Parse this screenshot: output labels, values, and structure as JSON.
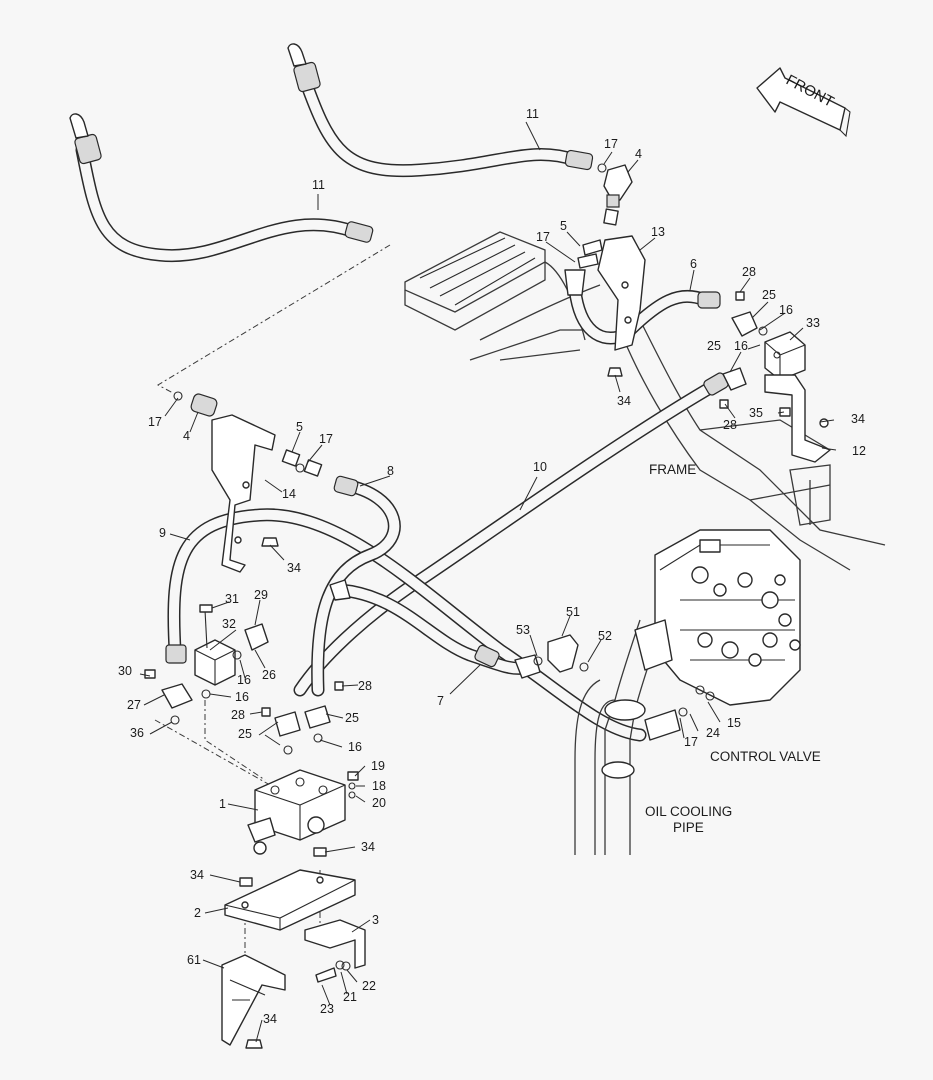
{
  "callouts": {
    "c11a": "11",
    "c11b": "11",
    "c17a": "17",
    "c4a": "4",
    "c5a": "5",
    "c17b": "17",
    "c13": "13",
    "c6": "6",
    "c28a": "28",
    "c25a": "25",
    "c16a": "16",
    "c33": "33",
    "c16b": "16",
    "c25b": "25",
    "c34a": "34",
    "c35": "35",
    "c28b": "28",
    "c34b": "34",
    "c12": "12",
    "c17c": "17",
    "c4b": "4",
    "c5b": "5",
    "c17d": "17",
    "c8": "8",
    "c14": "14",
    "c10": "10",
    "c9": "9",
    "c34c": "34",
    "c31": "31",
    "c29": "29",
    "c32": "32",
    "c51": "51",
    "c53": "53",
    "c52": "52",
    "c30": "30",
    "c16c": "16",
    "c26": "26",
    "c27": "27",
    "c16d": "16",
    "c28c": "28",
    "c7": "7",
    "c28d": "28",
    "c25c": "25",
    "c36": "36",
    "c25d": "25",
    "c16e": "16",
    "c24": "24",
    "c15": "15",
    "c17e": "17",
    "c19": "19",
    "c18": "18",
    "c20": "20",
    "c1": "1",
    "c34d": "34",
    "c34e": "34",
    "c2": "2",
    "c3": "3",
    "c61": "61",
    "c22": "22",
    "c21": "21",
    "c23": "23",
    "c34f": "34"
  },
  "labels": {
    "front": "FRONT",
    "frame": "FRAME",
    "control_valve": "CONTROL VALVE",
    "oil_cooling_line1": "OIL COOLING",
    "oil_cooling_line2": "PIPE"
  }
}
